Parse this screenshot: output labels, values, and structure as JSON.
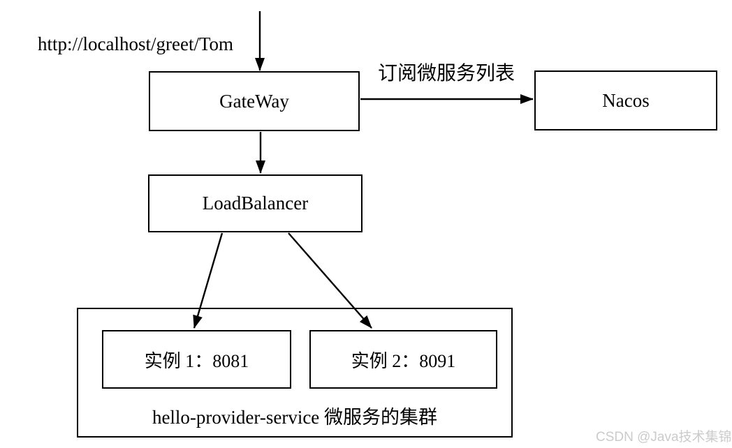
{
  "diagram": {
    "request_url": "http://localhost/greet/Tom",
    "nodes": {
      "gateway": {
        "label": "GateWay"
      },
      "nacos": {
        "label": "Nacos"
      },
      "load_balancer": {
        "label": "LoadBalancer"
      },
      "instance1": {
        "label": "实例 1：8081"
      },
      "instance2": {
        "label": "实例 2：8091"
      },
      "cluster": {
        "label": "hello-provider-service 微服务的集群"
      }
    },
    "edges": {
      "gateway_to_nacos_label": "订阅微服务列表"
    },
    "colors": {
      "line": "#000000",
      "text": "#000000",
      "watermark": "#cbcbcb"
    }
  },
  "watermark": {
    "text": "CSDN @Java技术集锦"
  }
}
